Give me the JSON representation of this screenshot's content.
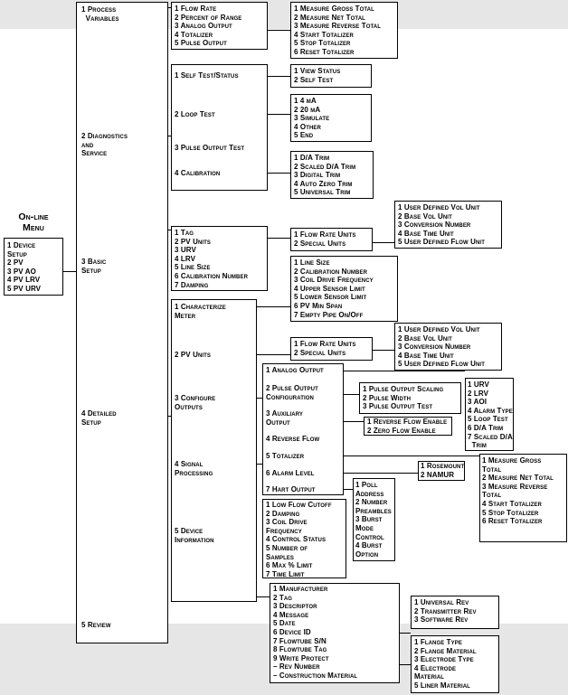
{
  "online": {
    "title": "On-line\nMenu",
    "items": "1 Device\nSetup\n2 PV\n3 PV AO\n4 PV LRV\n5 PV URV"
  },
  "root": {
    "process": "1 Process\n  Variables",
    "diagnostics": "2 Diagnostics\nand\nService",
    "basic": "3 Basic\nSetup",
    "detailed": "4 Detailed\nSetup",
    "review": "5 Review"
  },
  "process_vars": "1 Flow Rate\n2 Percent of Range\n3 Analog Output\n4 Totalizer\n5 Pulse Output",
  "totalizer": "1 Measure Gross Total\n2 Measure Net Total\n3 Measure Reverse Total\n4 Start Totalizer\n5 Stop Totalizer\n6 Reset Totalizer",
  "diag": {
    "self_test": "1 Self Test/Status",
    "loop_test": "2 Loop Test",
    "pulse_test": "3 Pulse Output Test",
    "calibration": "4 Calibration"
  },
  "self_test_menu": "1 View Status\n2 Self Test",
  "loop_test_menu": "1 4 mA\n2 20 mA\n3 Simulate\n4 Other\n5 End",
  "calibration_menu": "1 D/A Trim\n2 Scaled D/A Trim\n3 Digital Trim\n4 Auto Zero Trim\n5 Universal Trim",
  "basic_menu": "1 Tag\n2 PV Units\n3 URV\n4 LRV\n5 Line Size\n6 Calibration Number\n7 Damping",
  "flow_units_menu": "1 Flow Rate Units\n2 Special Units",
  "special_units_menu": "1 User Defined Vol Unit\n2 Base Vol Unit\n3 Conversion Number\n4 Base Time Unit\n5 User Defined Flow Unit",
  "characterize_menu": "1 Line Size\n2 Calibration Number\n3 Coil Drive Frequency\n4 Upper Sensor Limit\n5 Lower Sensor Limit\n6 PV Min Span\n7 Empty Pipe On/Off",
  "detailed": {
    "characterize": "1 Characterize\nMeter",
    "pv_units": "2 PV Units",
    "configure": "3 Configure\nOutputs",
    "signal": "4 Signal\nProcessing",
    "device_info": "5 Device\nInformation"
  },
  "flow_units_menu2": "1 Flow Rate Units\n2 Special Units",
  "special_units_menu2": "1 User Defined Vol Unit\n2 Base Vol Unit\n3 Conversion Number\n4 Base Time Unit\n5 User Defined Flow Unit",
  "configure_menu": {
    "analog": "1 Analog Output",
    "pulse": "2 Pulse Output\nConfiguration",
    "aux": "3 Auxiliary\nOutput",
    "reverse": "4 Reverse Flow",
    "totalizer": "5 Totalizer",
    "alarm": "6 Alarm Level",
    "hart": "7 Hart Output"
  },
  "analog_menu": "1 URV\n2 LRV\n3 AOI\n4 Alarm Type\n5 Loop Test\n6 D/A Trim\n7 Scaled D/A\n  Trim",
  "pulse_menu": "1 Pulse Output Scaling\n2 Pulse Width\n3 Pulse Output Test",
  "aux_menu": "1 Reverse Flow Enable\n2 Zero Flow Enable",
  "alarm_menu": "1 Rosemount\n2 NAMUR",
  "totalizer_menu2": "1 Measure Gross\nTotal\n2 Measure Net Total\n3 Measure Reverse\nTotal\n4 Start Totalizer\n5 Stop Totalizer\n6 Reset Totalizer",
  "hart_menu": "1 Poll\nAddress\n2 Number\nPreambles\n3 Burst\nMode\nControl\n4 Burst\nOption",
  "signal_menu": "1 Low Flow Cutoff\n2 Damping\n3 Coil Drive\nFrequency\n4 Control Status\n5 Number of\nSamples\n6 Max % Limit\n7 Time Limit",
  "device_info_menu": "1 Manufacturer\n2 Tag\n3 Descriptor\n4 Message\n5 Date\n6 Device ID\n7 Flowtube S/N\n8 Flowtube Tag\n9 Write Protect\n– Rev Number\n– Construction Material",
  "rev_menu": "1 Universal Rev\n2 Transmitter Rev\n3 Software Rev",
  "construction_menu": "1 Flange Type\n2 Flange Material\n3 Electrode Type\n4 Electrode\nMaterial\n5 Liner Material"
}
